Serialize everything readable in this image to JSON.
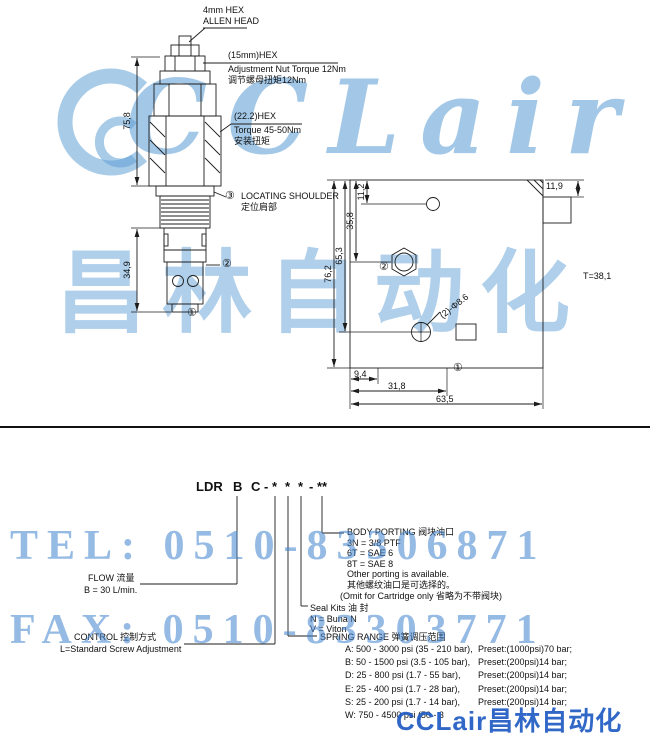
{
  "watermark": {
    "brand_latin": "CCLair",
    "brand_cn": "昌林自动化",
    "tel": "TEL: 0510-83306871",
    "fax": "FAX: 0510-83303771",
    "footer_brand": "CCLair昌林自动化"
  },
  "colors": {
    "watermark_blue": "#60a0d6",
    "contact_blue": "#3e82cd",
    "footer_blue": "#215cc4",
    "line_black": "#1c1c1c"
  },
  "drawing": {
    "callouts": {
      "allen1": "4mm HEX",
      "allen2": "ALLEN HEAD",
      "nut1": "(15mm)HEX",
      "nut2": "Adjustment Nut Torque 12Nm",
      "nut3": "调节螺母扭矩12Nm",
      "torque1": "(22.2)HEX",
      "torque2": "Torque 45-50Nm",
      "torque3": "安装扭矩",
      "shoulder1": "LOCATING SHOULDER",
      "shoulder2": "定位肩部"
    },
    "markers": {
      "m1": "①",
      "m2": "②",
      "m3": "③"
    },
    "dims": {
      "d75_8": "75,8",
      "d34_9": "34,9",
      "d11_2": "11,2",
      "d35_8": "35,8",
      "d65_3": "65,3",
      "d76_2": "76,2",
      "d11_9": "11,9",
      "thickness": "T=38,1",
      "hole_note": "(2)-Φ8.6",
      "d9_4": "9,4",
      "d31_8": "31,8",
      "d63_5": "63,5"
    }
  },
  "ordering": {
    "code": {
      "parts": [
        "LDR",
        "B",
        "C",
        "-",
        "*",
        "*",
        "*",
        "-",
        "**"
      ]
    },
    "body_porting": {
      "title": "BODY PORTING 阀块油口",
      "options": [
        "3N = 3/8 PTF",
        "6T = SAE 6",
        "8T = SAE 8"
      ],
      "note1": "Other porting is available.",
      "note2": "其他螺纹油口是可选择的。",
      "note3": "(Omit for Cartridge only 省略为不带阀块)"
    },
    "seal": {
      "title": "Seal Kits 油 封",
      "options": [
        "N = Buna N",
        "V = Viton"
      ]
    },
    "spring": {
      "title": "SPRING RANGE 弹簧调压范围",
      "rows": [
        {
          "range": "A: 500 - 3000 psi (35 - 210 bar),",
          "preset": "Preset:(1000psi)70 bar;"
        },
        {
          "range": "B: 50 - 1500 psi (3.5 - 105 bar),",
          "preset": "Preset:(200psi)14 bar;"
        },
        {
          "range": "D: 25 - 800 psi (1.7 - 55 bar),",
          "preset": "Preset:(200psi)14 bar;"
        },
        {
          "range": "E: 25 - 400 psi (1.7 - 28 bar),",
          "preset": "Preset:(200psi)14 bar;"
        },
        {
          "range": "S: 25 - 200 psi (1.7 - 14 bar),",
          "preset": "Preset:(200psi)14 bar;"
        },
        {
          "range": "W: 750 - 4500 psi (50 - 3",
          "preset": ""
        }
      ]
    },
    "flow": {
      "title": "FLOW 流量",
      "value": "B = 30 L/min."
    },
    "control": {
      "title": "CONTROL 控制方式",
      "value": "L=Standard Screw Adjustment"
    }
  }
}
